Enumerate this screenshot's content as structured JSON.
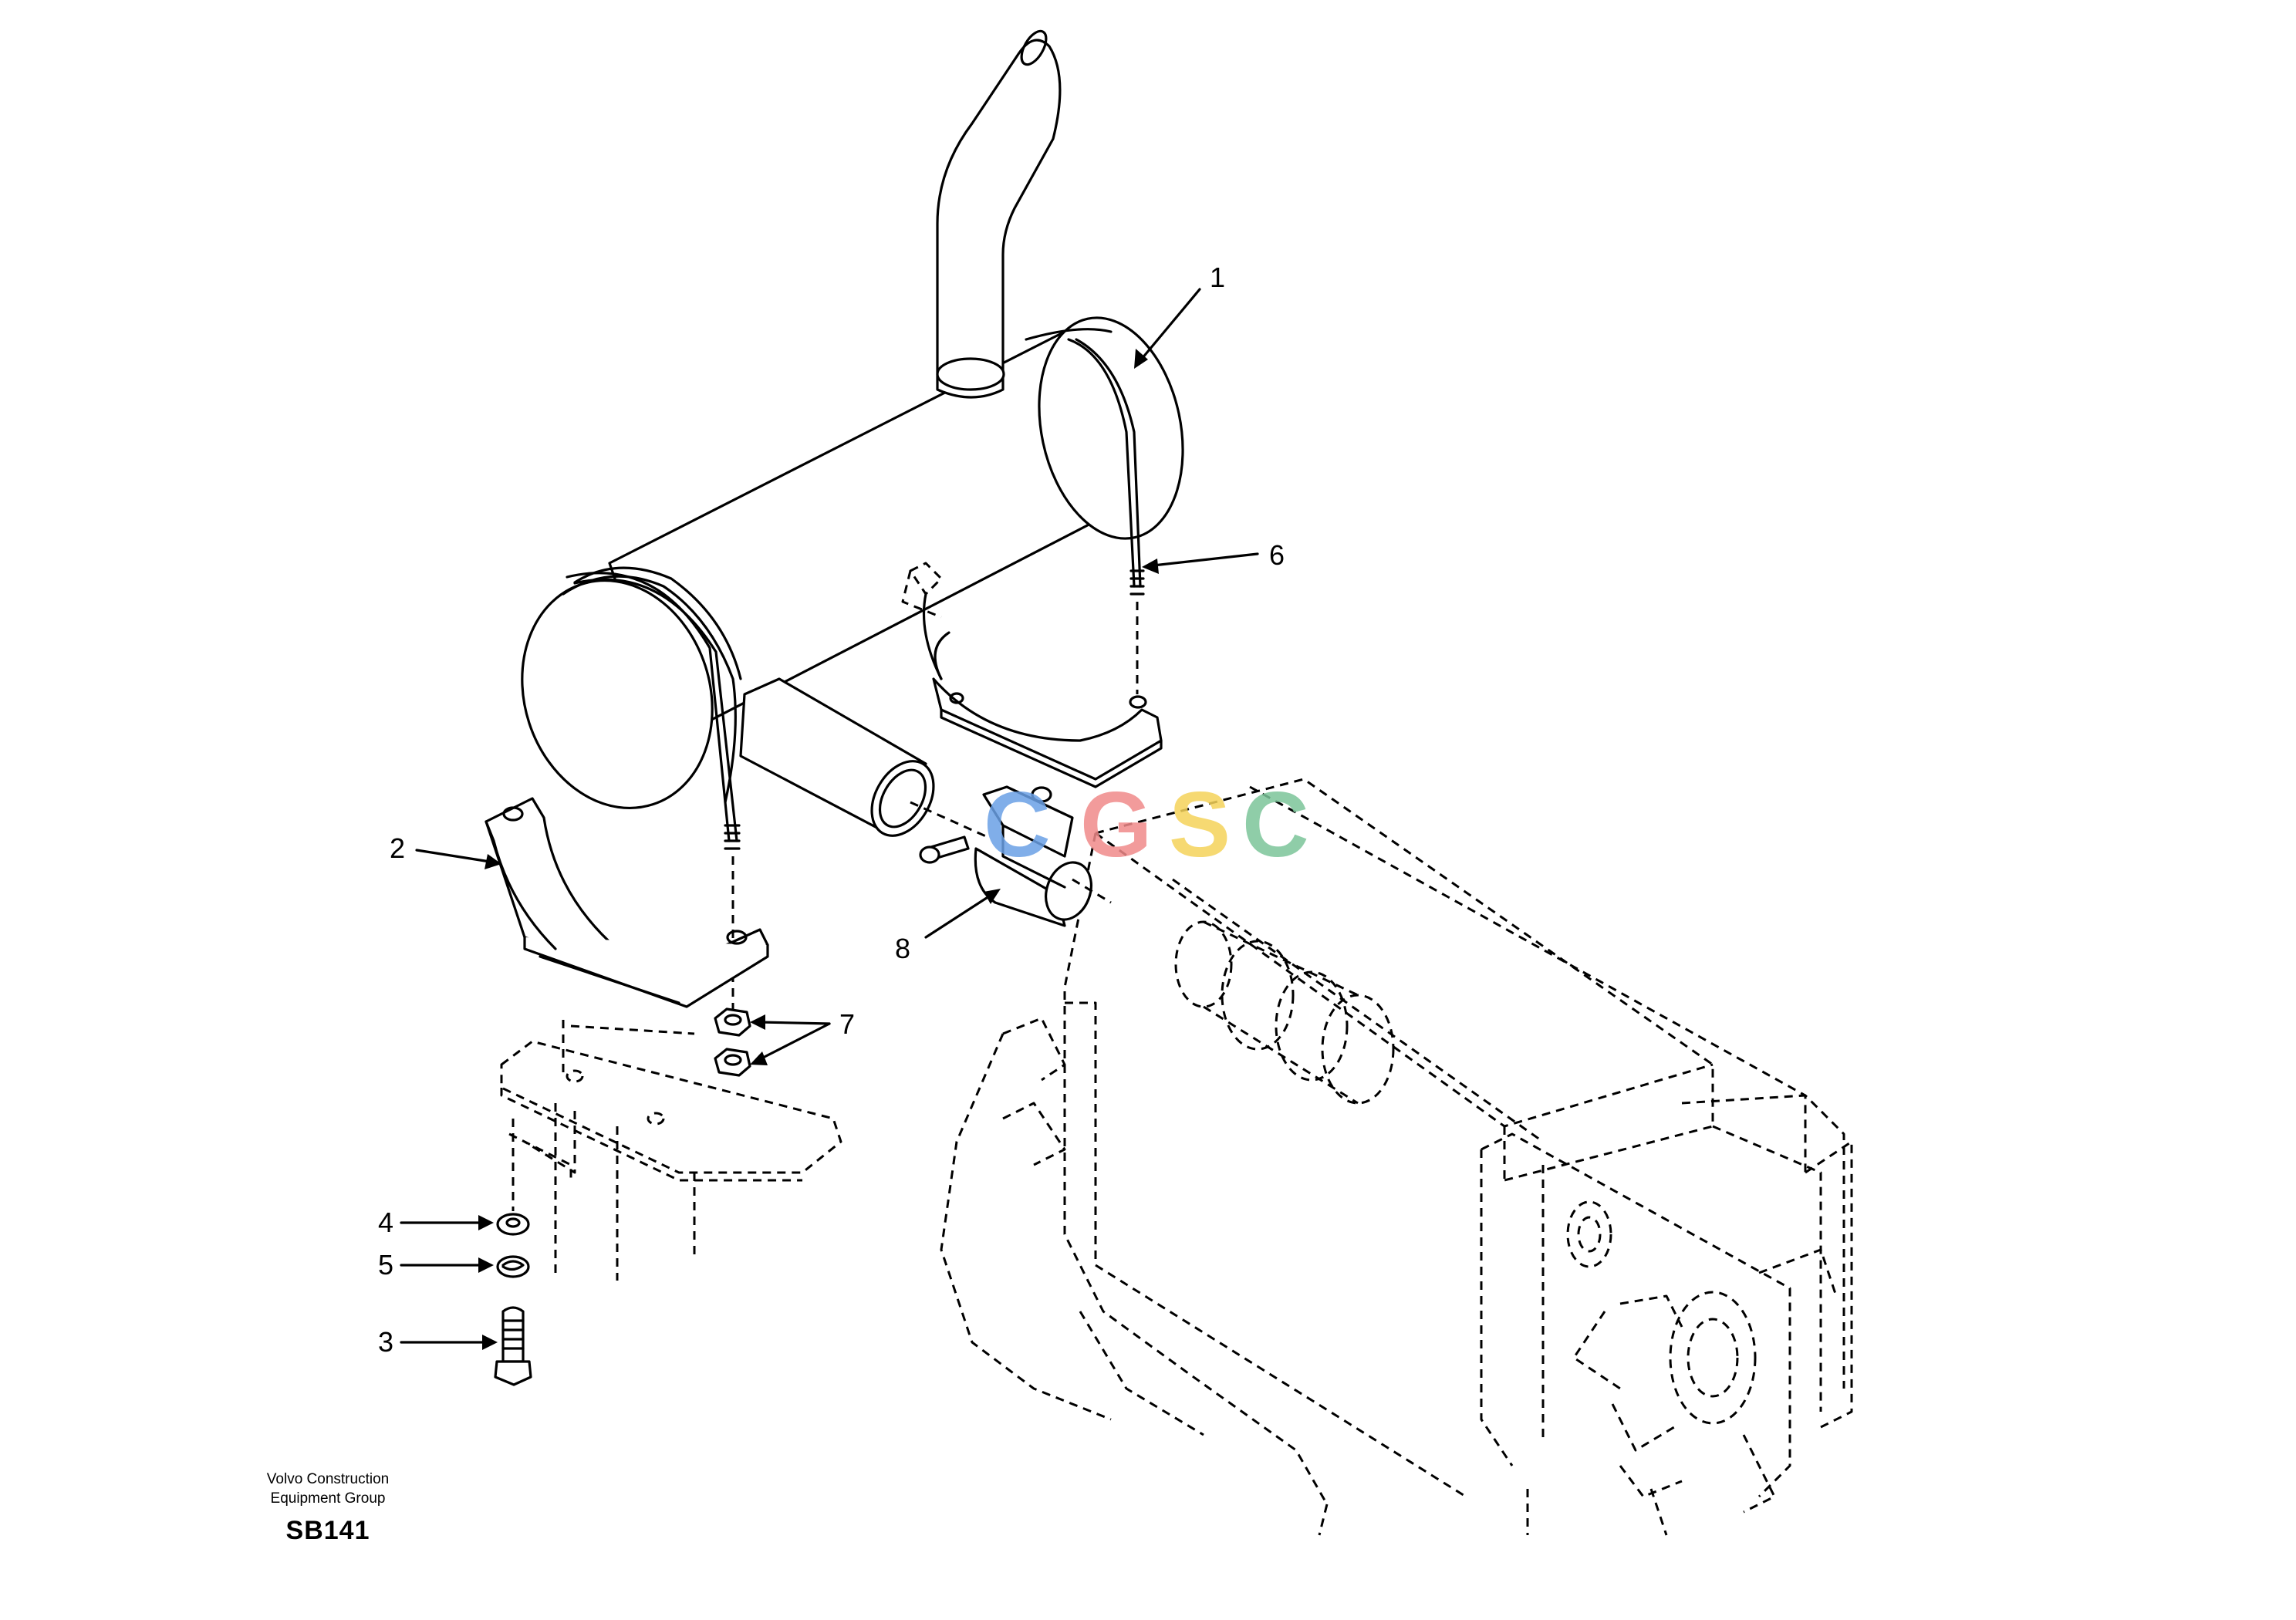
{
  "diagram": {
    "callouts": [
      {
        "id": "1",
        "label": "1"
      },
      {
        "id": "2",
        "label": "2"
      },
      {
        "id": "3",
        "label": "3"
      },
      {
        "id": "4",
        "label": "4"
      },
      {
        "id": "5",
        "label": "5"
      },
      {
        "id": "6",
        "label": "6"
      },
      {
        "id": "7",
        "label": "7"
      },
      {
        "id": "8",
        "label": "8"
      }
    ]
  },
  "footer": {
    "org_line1": "Volvo Construction",
    "org_line2": "Equipment Group",
    "code": "SB141"
  },
  "watermark": {
    "letters": [
      "C",
      "G",
      "S",
      "C"
    ],
    "colors": [
      "#6aa0e6",
      "#f08a8a",
      "#f5d35a",
      "#7cc59a"
    ]
  }
}
